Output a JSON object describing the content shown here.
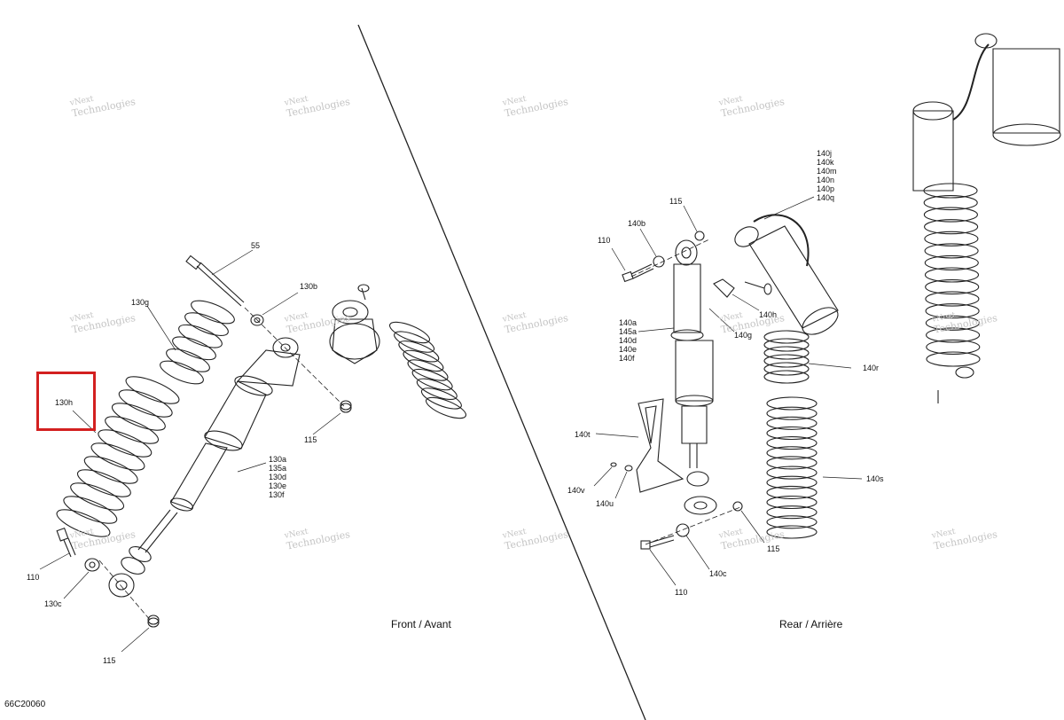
{
  "drawing_number": "66C20060",
  "sections": {
    "front": "Front / Avant",
    "rear": "Rear / Arrière"
  },
  "watermark": {
    "line1": "vNext",
    "line2": "Technologies"
  },
  "highlight_color": "#d32020",
  "highlighted_part": "130h",
  "labels": {
    "p55": "55",
    "p130b": "130b",
    "p130g": "130g",
    "p130h": "130h",
    "p115_front_top": "115",
    "p130a_group": [
      "130a",
      "135a",
      "130d",
      "130e",
      "130f"
    ],
    "p110_front": "110",
    "p130c": "130c",
    "p115_front_bottom": "115",
    "p140j_group": [
      "140j",
      "140k",
      "140m",
      "140n",
      "140p",
      "140q"
    ],
    "p115_rear_top": "115",
    "p140b": "140b",
    "p110_rear_top": "110",
    "p140h": "140h",
    "p140a_group": [
      "140a",
      "145a",
      "140d",
      "140e",
      "140f"
    ],
    "p140g": "140g",
    "p140r": "140r",
    "p140t": "140t",
    "p140v": "140v",
    "p140u": "140u",
    "p140s": "140s",
    "p115_rear_bottom": "115",
    "p140c": "140c",
    "p110_rear_bottom": "110"
  }
}
